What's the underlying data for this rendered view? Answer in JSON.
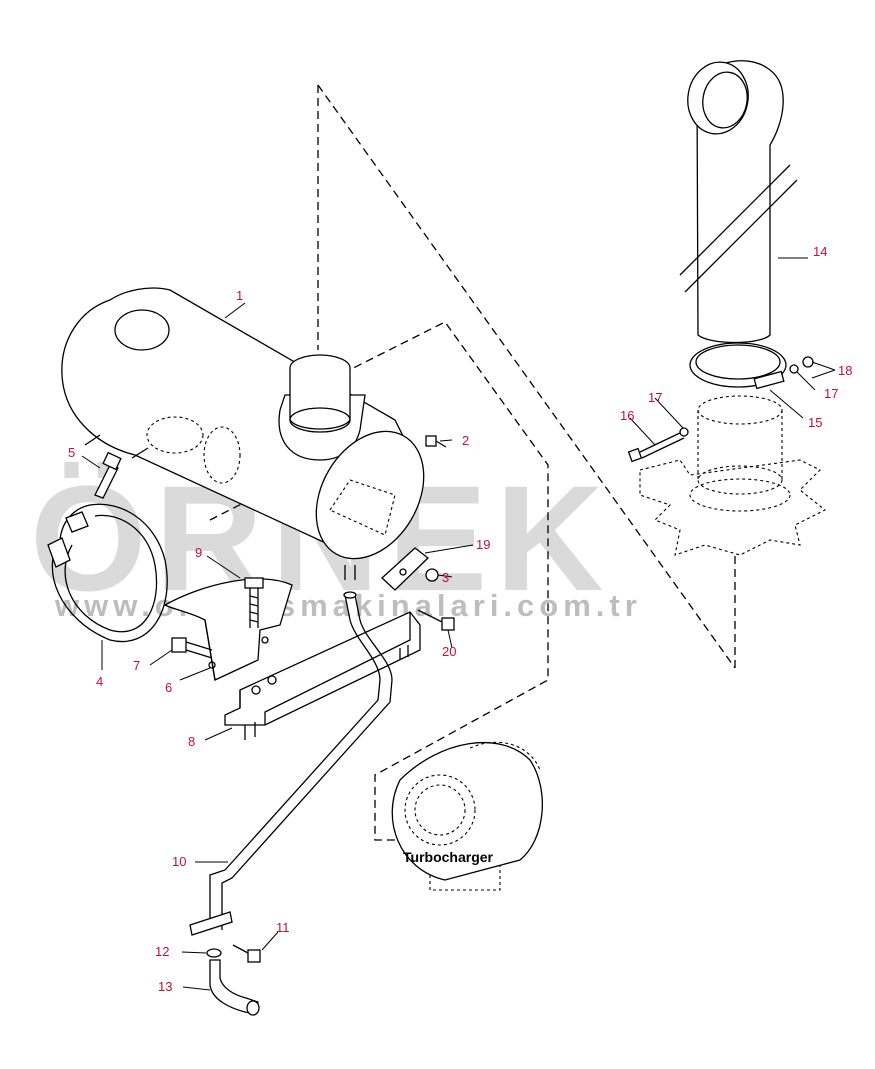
{
  "watermark": {
    "brand": "ÖRNEK",
    "url": "www.ornekismakinalari.com.tr",
    "color": "#bcbcbc"
  },
  "labels": {
    "turbocharger": "Turbocharger"
  },
  "callout_color": "#c8102e",
  "callouts": [
    "1",
    "2",
    "3",
    "4",
    "5",
    "6",
    "7",
    "8",
    "9",
    "10",
    "11",
    "12",
    "13",
    "14",
    "15",
    "16",
    "17",
    "17",
    "18",
    "19",
    "20"
  ]
}
